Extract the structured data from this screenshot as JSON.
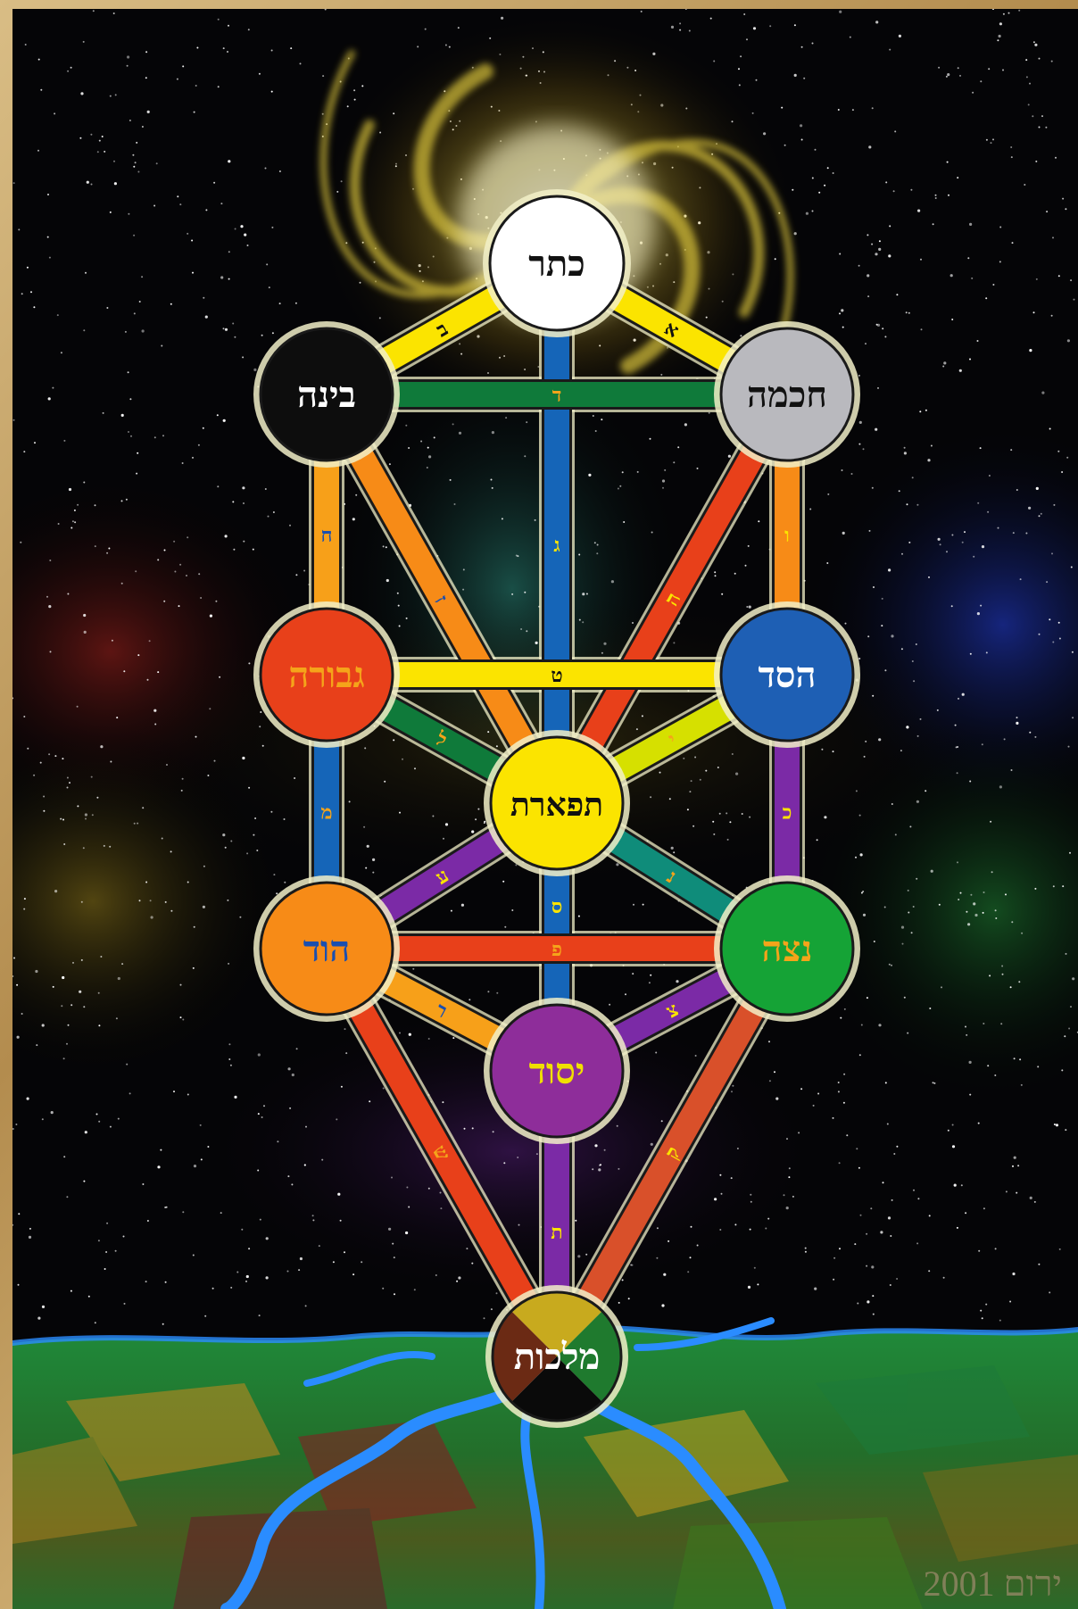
{
  "colors": {
    "frame": "#c9a86a",
    "space": "#050507",
    "halo": "#f2f0c8",
    "outline": "#1a1a1a"
  },
  "sephirot": [
    {
      "id": "keter",
      "label": "כתר",
      "fill": "#ffffff",
      "text": "#111111"
    },
    {
      "id": "chokhmah",
      "label": "חכמה",
      "fill": "#b9b9be",
      "text": "#111111"
    },
    {
      "id": "binah",
      "label": "בינה",
      "fill": "#0d0d0d",
      "text": "#ffffff"
    },
    {
      "id": "chesed",
      "label": "הסד",
      "fill": "#1e5fb4",
      "text": "#ffffff"
    },
    {
      "id": "gevurah",
      "label": "גבורה",
      "fill": "#e8401a",
      "text": "#f5a41a"
    },
    {
      "id": "tiferet",
      "label": "תפארת",
      "fill": "#fbe400",
      "text": "#111111"
    },
    {
      "id": "netzach",
      "label": "נצה",
      "fill": "#15a336",
      "text": "#f5a41a"
    },
    {
      "id": "hod",
      "label": "הוד",
      "fill": "#f78b17",
      "text": "#1a4fb0"
    },
    {
      "id": "yesod",
      "label": "יסוד",
      "fill": "#8e2d9a",
      "text": "#f0e000"
    },
    {
      "id": "malkhut",
      "label": "מלכות",
      "fill": "#7a3a16",
      "text": "#ffffff",
      "quarters": [
        "#c8aa1e",
        "#1f7a2e",
        "#0a0a0a",
        "#6b2a14"
      ]
    }
  ],
  "paths": [
    {
      "from": "keter",
      "to": "chokhmah",
      "color": "#fbe400",
      "letter": "א",
      "letter_color": "#111111"
    },
    {
      "from": "keter",
      "to": "binah",
      "color": "#fbe400",
      "letter": "ב",
      "letter_color": "#111111"
    },
    {
      "from": "keter",
      "to": "tiferet",
      "color": "#1565b8",
      "letter": "ג",
      "letter_color": "#fbe400"
    },
    {
      "from": "chokhmah",
      "to": "binah",
      "color": "#0f7a3a",
      "letter": "ד",
      "letter_color": "#f5a41a"
    },
    {
      "from": "chokhmah",
      "to": "tiferet",
      "color": "#e8401a",
      "letter": "ה",
      "letter_color": "#fbe400"
    },
    {
      "from": "chokhmah",
      "to": "chesed",
      "color": "#f78b17",
      "letter": "ו",
      "letter_color": "#fbe400"
    },
    {
      "from": "binah",
      "to": "tiferet",
      "color": "#f78b17",
      "letter": "ז",
      "letter_color": "#1a4fb0"
    },
    {
      "from": "binah",
      "to": "gevurah",
      "color": "#f7a019",
      "letter": "ח",
      "letter_color": "#1a4fb0"
    },
    {
      "from": "chesed",
      "to": "gevurah",
      "color": "#fbe400",
      "letter": "ט",
      "letter_color": "#111111"
    },
    {
      "from": "chesed",
      "to": "tiferet",
      "color": "#d6e000",
      "letter": "י",
      "letter_color": "#f5a41a"
    },
    {
      "from": "chesed",
      "to": "netzach",
      "color": "#7b2aa6",
      "letter": "כ",
      "letter_color": "#fbe400"
    },
    {
      "from": "gevurah",
      "to": "tiferet",
      "color": "#0f7a3a",
      "letter": "ל",
      "letter_color": "#f5a41a"
    },
    {
      "from": "gevurah",
      "to": "hod",
      "color": "#1565b8",
      "letter": "מ",
      "letter_color": "#f5a41a"
    },
    {
      "from": "tiferet",
      "to": "netzach",
      "color": "#0f8c7a",
      "letter": "נ",
      "letter_color": "#f5a41a"
    },
    {
      "from": "tiferet",
      "to": "yesod",
      "color": "#1565b8",
      "letter": "ס",
      "letter_color": "#fbe400"
    },
    {
      "from": "tiferet",
      "to": "hod",
      "color": "#7b2aa6",
      "letter": "ע",
      "letter_color": "#fbe400"
    },
    {
      "from": "netzach",
      "to": "hod",
      "color": "#e8401a",
      "letter": "פ",
      "letter_color": "#f5a41a"
    },
    {
      "from": "netzach",
      "to": "yesod",
      "color": "#7b2aa6",
      "letter": "צ",
      "letter_color": "#fbe400"
    },
    {
      "from": "netzach",
      "to": "malkhut",
      "color": "#d9502a",
      "letter": "ק",
      "letter_color": "#fbe400"
    },
    {
      "from": "hod",
      "to": "yesod",
      "color": "#f7a019",
      "letter": "ר",
      "letter_color": "#1a4fb0"
    },
    {
      "from": "hod",
      "to": "malkhut",
      "color": "#e8401a",
      "letter": "ש",
      "letter_color": "#f5a41a"
    },
    {
      "from": "yesod",
      "to": "malkhut",
      "color": "#7b2aa6",
      "letter": "ת",
      "letter_color": "#fbe400"
    }
  ],
  "signature": "ירום 2001"
}
